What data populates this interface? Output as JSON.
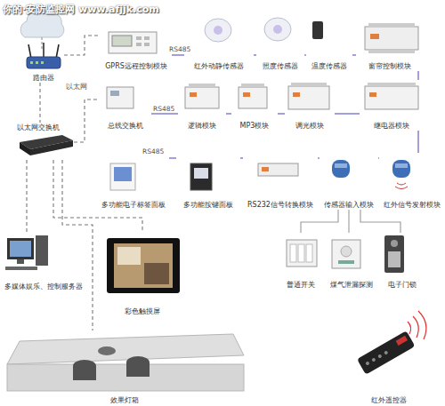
{
  "diagram": {
    "nodes": [
      {
        "text": [
          "路由器"
        ]
      },
      {
        "text": [
          "GPRS远程控制模块"
        ]
      },
      {
        "text": [
          "红外动静传感器"
        ]
      },
      {
        "text": [
          "照度传感器"
        ]
      },
      {
        "text": [
          "温度传感器"
        ]
      },
      {
        "text": [
          "窗帘控制模块"
        ]
      },
      {
        "text": [
          "以太网交换机"
        ]
      },
      {
        "text": [
          "总线交换机"
        ]
      },
      {
        "text": [
          "逻辑模块"
        ]
      },
      {
        "text": [
          "MP3模块"
        ]
      },
      {
        "text": [
          "调光模块"
        ]
      },
      {
        "text": [
          "继电器模块"
        ]
      },
      {
        "text": [
          "多功能电子标签面板"
        ]
      },
      {
        "text": [
          "多功能按键面板"
        ]
      },
      {
        "text": [
          "RS232信号转换模块"
        ]
      },
      {
        "text": [
          "传感器输入模块"
        ]
      },
      {
        "text": [
          "红外信号发射模块"
        ]
      },
      {
        "text": [
          "多媒体娱乐、控制服务器"
        ]
      },
      {
        "text": [
          "彩色触摸屏"
        ]
      },
      {
        "text": [
          "普通开关"
        ]
      },
      {
        "text": [
          "煤气泄漏探测"
        ]
      },
      {
        "text": [
          "电子门锁"
        ]
      },
      {
        "text": [
          "效果灯箱"
        ]
      },
      {
        "text": [
          "红外遥控器"
        ]
      }
    ],
    "edges": [
      {
        "from": 1,
        "to": 2,
        "label": "RS485",
        "arrow": "none"
      },
      {
        "from": 2,
        "to": 3,
        "arrow": "none"
      },
      {
        "from": 3,
        "to": 4,
        "arrow": "none"
      },
      {
        "from": 4,
        "to": 5,
        "arrow": "none"
      },
      {
        "from": 5,
        "to": 11,
        "arrow": "none"
      },
      {
        "from": 7,
        "to": 8,
        "label": "RS485",
        "arrow": "none"
      },
      {
        "from": 8,
        "to": 9,
        "arrow": "none"
      },
      {
        "from": 9,
        "to": 10,
        "arrow": "none"
      },
      {
        "from": 10,
        "to": 11,
        "arrow": "none"
      },
      {
        "from": 11,
        "to": 16,
        "arrow": "none"
      },
      {
        "from": 12,
        "to": 13,
        "label": "RS485",
        "arrow": "none"
      },
      {
        "from": 13,
        "to": 14,
        "arrow": "none"
      },
      {
        "from": 14,
        "to": 15,
        "arrow": "none"
      },
      {
        "from": 15,
        "to": 16,
        "arrow": "none"
      },
      {
        "from": 15,
        "to": 19,
        "arrow": "none"
      },
      {
        "from": 15,
        "to": 20,
        "arrow": "none"
      },
      {
        "from": 15,
        "to": 21,
        "arrow": "none"
      },
      {
        "from": 0,
        "to": 6,
        "arrow": "none"
      },
      {
        "from": 0,
        "to": 1,
        "arrow": "none"
      },
      {
        "from": 6,
        "to": 7,
        "label": "以太网",
        "arrow": "none"
      },
      {
        "from": 6,
        "to": 17,
        "arrow": "none"
      },
      {
        "from": 6,
        "to": 18,
        "arrow": "none"
      },
      {
        "from": 6,
        "to": 22,
        "arrow": "none"
      }
    ],
    "labels": [
      "你的·安防监控网 www.afjjk.com"
    ]
  }
}
